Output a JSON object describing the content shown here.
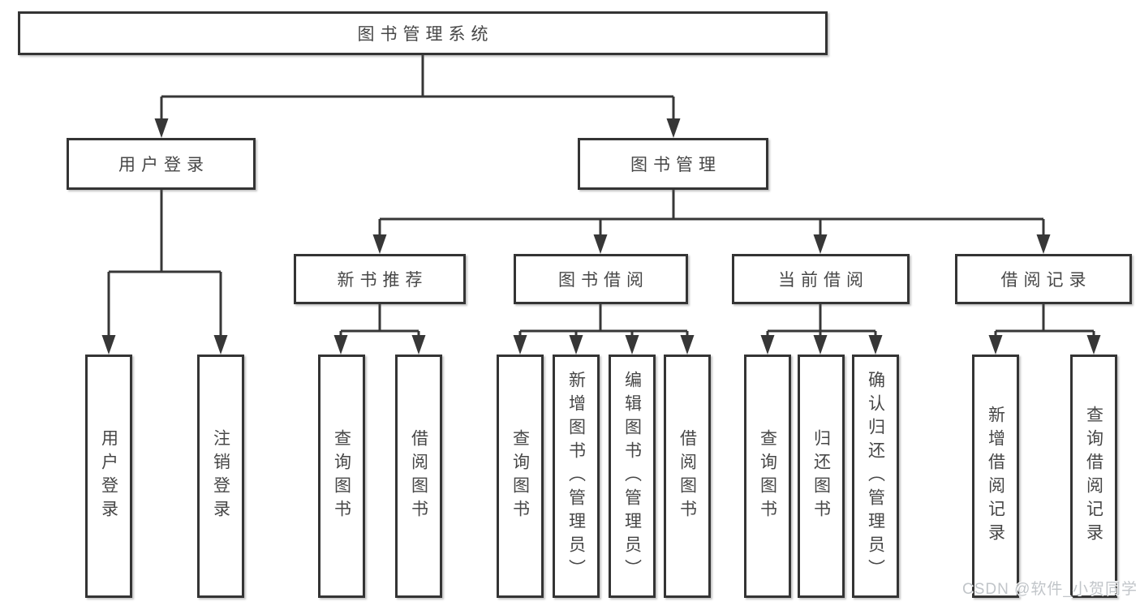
{
  "root": {
    "label": "图书管理系统",
    "children": [
      {
        "label": "用户登录",
        "children": [
          {
            "label": "用户登录"
          },
          {
            "label": "注销登录"
          }
        ]
      },
      {
        "label": "图书管理",
        "children": [
          {
            "label": "新书推荐",
            "children": [
              {
                "label": "查询图书"
              },
              {
                "label": "借阅图书"
              }
            ]
          },
          {
            "label": "图书借阅",
            "children": [
              {
                "label": "查询图书"
              },
              {
                "label": "新增图书（管理员）"
              },
              {
                "label": "编辑图书（管理员）"
              },
              {
                "label": "借阅图书"
              }
            ]
          },
          {
            "label": "当前借阅",
            "children": [
              {
                "label": "查询图书"
              },
              {
                "label": "归还图书"
              },
              {
                "label": "确认归还（管理员）"
              }
            ]
          },
          {
            "label": "借阅记录",
            "children": [
              {
                "label": "新增借阅记录"
              },
              {
                "label": "查询借阅记录"
              }
            ]
          }
        ]
      }
    ]
  },
  "watermark": {
    "text": "CSDN @软件_小贺同学"
  },
  "colors": {
    "line": "#373737",
    "box_border": "#343434",
    "text": "#474747",
    "box_background": "#ffffff",
    "watermark": "#c1c5c9",
    "page_background": "#ffffff"
  }
}
